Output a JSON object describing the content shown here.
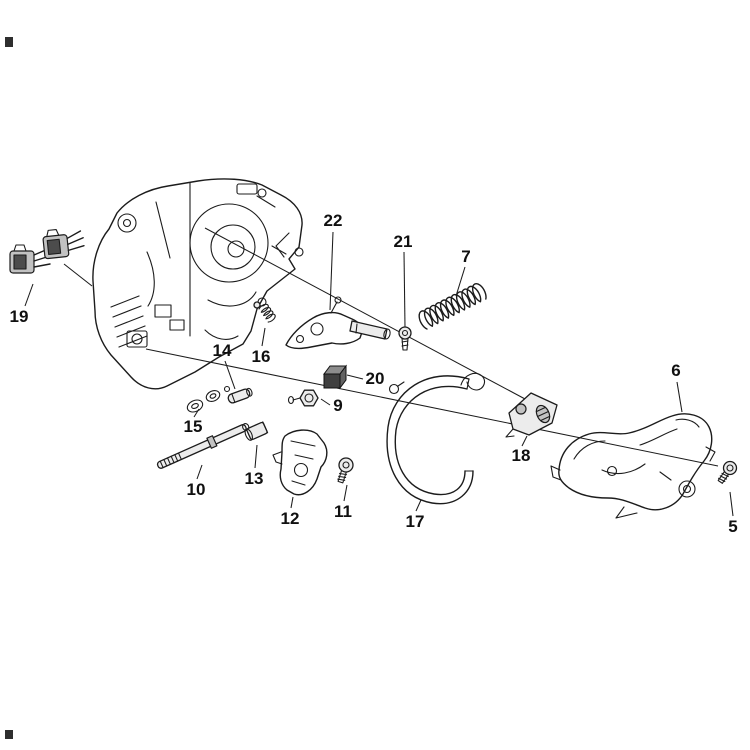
{
  "diagram": {
    "background": "#ffffff",
    "stroke_color": "#1c1c1c",
    "label_color": "#101010",
    "labels": {
      "p5": "5",
      "p6": "6",
      "p7": "7",
      "p9": "9",
      "p10": "10",
      "p11": "11",
      "p12": "12",
      "p13": "13",
      "p14": "14",
      "p15": "15",
      "p16": "16",
      "p17": "17",
      "p18": "18",
      "p19": "19",
      "p20": "20",
      "p21": "21",
      "p22": "22"
    }
  }
}
